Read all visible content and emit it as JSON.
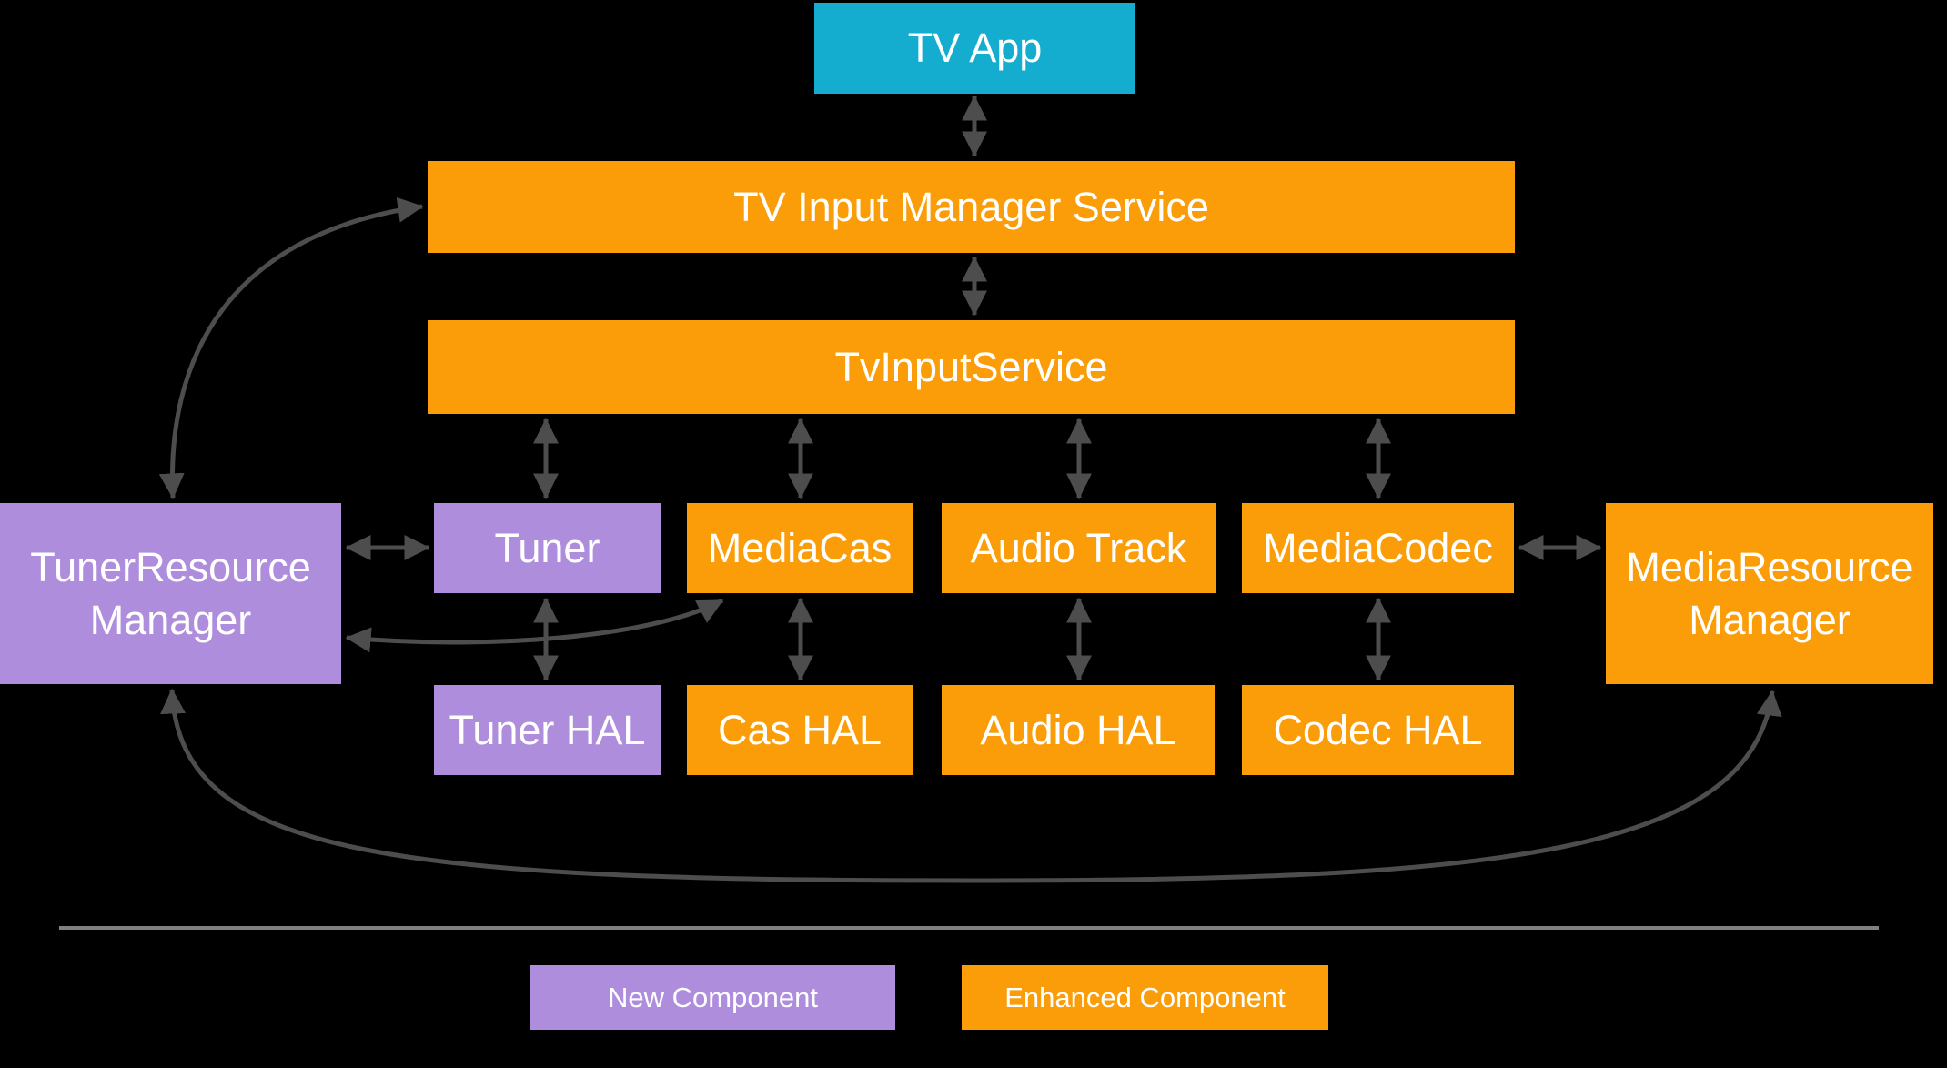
{
  "nodes": {
    "tv_app": {
      "label": "TV App",
      "type": "app"
    },
    "tv_input_manager_service": {
      "label": "TV Input Manager Service",
      "type": "enhanced"
    },
    "tv_input_service": {
      "label": "TvInputService",
      "type": "enhanced"
    },
    "tuner": {
      "label": "Tuner",
      "type": "new"
    },
    "media_cas": {
      "label": "MediaCas",
      "type": "enhanced"
    },
    "audio_track": {
      "label": "Audio Track",
      "type": "enhanced"
    },
    "media_codec": {
      "label": "MediaCodec",
      "type": "enhanced"
    },
    "tuner_resource_manager": {
      "label": "TunerResource Manager",
      "type": "new"
    },
    "media_resource_manager": {
      "label": "MediaResource Manager",
      "type": "enhanced"
    },
    "tuner_hal": {
      "label": "Tuner HAL",
      "type": "new"
    },
    "cas_hal": {
      "label": "Cas HAL",
      "type": "enhanced"
    },
    "audio_hal": {
      "label": "Audio HAL",
      "type": "enhanced"
    },
    "codec_hal": {
      "label": "Codec HAL",
      "type": "enhanced"
    }
  },
  "legend": {
    "new": {
      "label": "New Component"
    },
    "enhanced": {
      "label": "Enhanced Component"
    }
  },
  "connections": [
    {
      "from": "TV App",
      "to": "TV Input Manager Service",
      "bidirectional": true
    },
    {
      "from": "TV Input Manager Service",
      "to": "TvInputService",
      "bidirectional": true
    },
    {
      "from": "TvInputService",
      "to": "Tuner",
      "bidirectional": true
    },
    {
      "from": "TvInputService",
      "to": "MediaCas",
      "bidirectional": true
    },
    {
      "from": "TvInputService",
      "to": "Audio Track",
      "bidirectional": true
    },
    {
      "from": "TvInputService",
      "to": "MediaCodec",
      "bidirectional": true
    },
    {
      "from": "Tuner",
      "to": "Tuner HAL",
      "bidirectional": true
    },
    {
      "from": "MediaCas",
      "to": "Cas HAL",
      "bidirectional": true
    },
    {
      "from": "Audio Track",
      "to": "Audio HAL",
      "bidirectional": true
    },
    {
      "from": "MediaCodec",
      "to": "Codec HAL",
      "bidirectional": true
    },
    {
      "from": "TunerResource Manager",
      "to": "Tuner",
      "bidirectional": true
    },
    {
      "from": "MediaCodec",
      "to": "MediaResource Manager",
      "bidirectional": true
    },
    {
      "from": "TunerResource Manager",
      "to": "TV Input Manager Service",
      "bidirectional": true
    },
    {
      "from": "TunerResource Manager",
      "to": "MediaCas",
      "bidirectional": true
    },
    {
      "from": "TunerResource Manager",
      "to": "MediaResource Manager",
      "bidirectional": true
    }
  ],
  "colors": {
    "background": "#000000",
    "app_component": "#14ADD0",
    "enhanced_component": "#FA9D08",
    "new_component": "#AE8EDC",
    "arrow": "#4D4D4D",
    "divider": "#808080",
    "label_text": "#FFFFFF"
  }
}
